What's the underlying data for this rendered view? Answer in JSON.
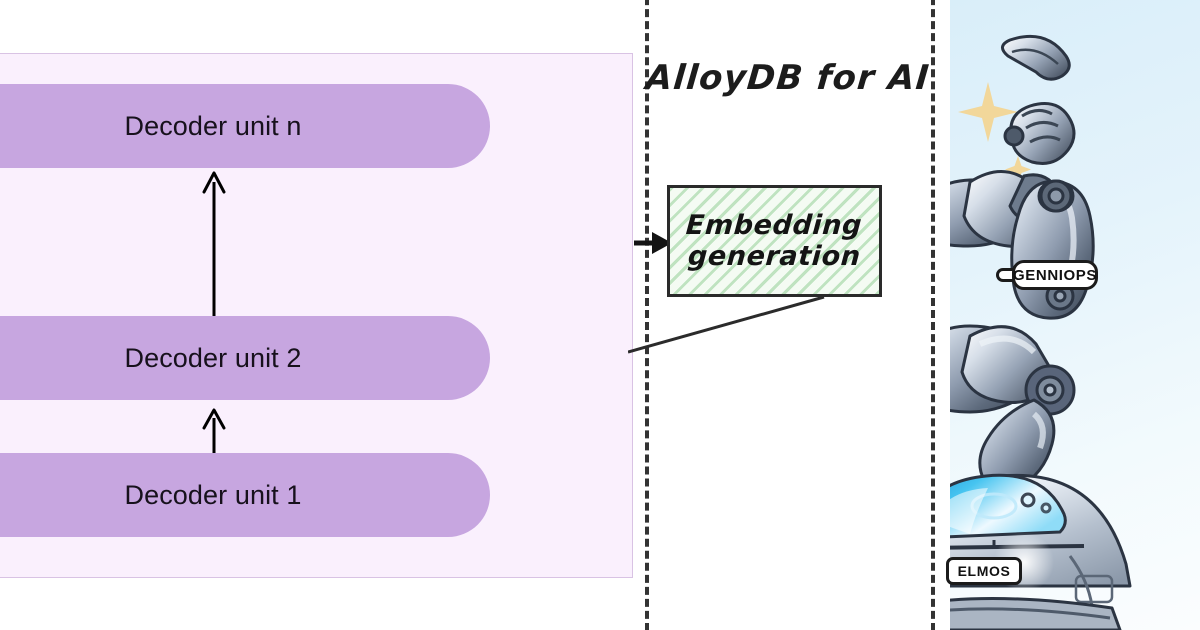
{
  "left_panel": {
    "name": "decoder-stack-diagram",
    "background_color": "#faf0fd",
    "pill_color": "#c7a6e0",
    "units": [
      {
        "id": "decoder-unit-n",
        "label": "Decoder unit n"
      },
      {
        "id": "decoder-unit-2",
        "label": "Decoder unit 2"
      },
      {
        "id": "decoder-unit-1",
        "label": "Decoder unit 1"
      }
    ],
    "arrows": [
      {
        "id": "arrow-unit-1-to-unit-2",
        "direction": "up"
      },
      {
        "id": "arrow-unit-2-to-unit-n",
        "direction": "up"
      }
    ]
  },
  "middle_panel": {
    "name": "alloydb-sketch",
    "frame_style": "dashed",
    "title": "AlloyDB for AI",
    "box": {
      "name": "embedding-generation-box",
      "line1": "Embedding",
      "line2": "generation",
      "fill_color": "#bfe3c0",
      "hatch": "diagonal"
    },
    "incoming_arrow": "arrow-into-embedding-generation",
    "leader_line": "leader-line-from-embedding-box"
  },
  "right_panel": {
    "name": "robot-illustration",
    "background_gradient": [
      "#d9eef9",
      "#fbfdfe"
    ],
    "sparkle_color": "#f2d79a",
    "robots": [
      {
        "id": "robot-upper",
        "name_tag": "GENNIOPS",
        "pose": "pointing-up"
      },
      {
        "id": "robot-lower",
        "name_tag": "ELMOS",
        "pose": "dome-head-glowing-visor"
      }
    ]
  }
}
